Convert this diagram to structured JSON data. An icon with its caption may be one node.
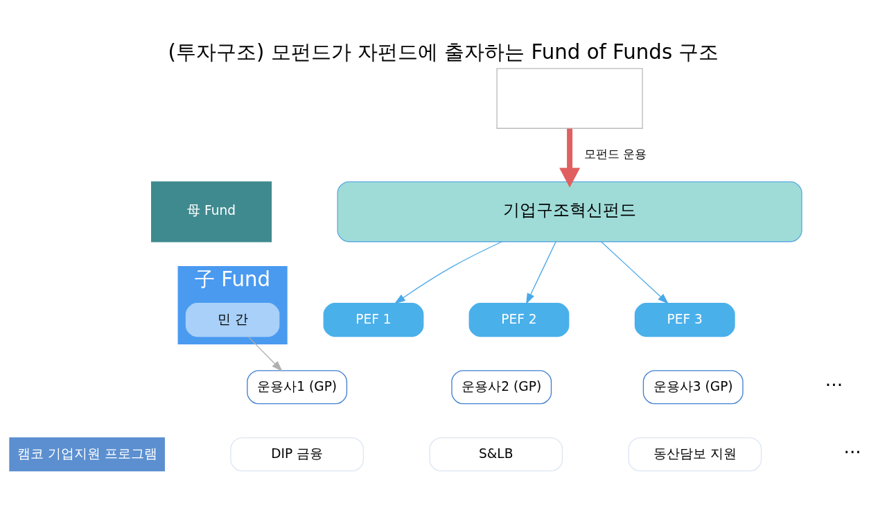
{
  "diagram": {
    "title": "(투자구조) 모펀드가 자펀드에 출자하는 Fund of Funds 구조",
    "nodes": [
      {
        "text": [],
        "shape": "box"
      },
      {
        "text": [
          "母 Fund"
        ]
      },
      {
        "text": [
          "子 Fund"
        ]
      },
      {
        "text": [
          "민 간"
        ],
        "in": 2
      },
      {
        "text": [
          "기업구조혁신펀드"
        ]
      },
      {
        "text": [
          "PEF 1"
        ]
      },
      {
        "text": [
          "운용사1 (GP)"
        ]
      },
      {
        "text": [
          "PEF 2"
        ]
      },
      {
        "text": [
          "운용사2 (GP)"
        ]
      },
      {
        "text": [
          "PEF 3"
        ]
      },
      {
        "text": [
          "운용사3 (GP)"
        ]
      },
      {
        "text": [
          "캠코 기업지원 프로그램"
        ]
      },
      {
        "text": [
          "DIP 금융"
        ]
      },
      {
        "text": [
          "S&LB"
        ]
      },
      {
        "text": [
          "동산담보 지원"
        ]
      }
    ],
    "edges": [
      {
        "from": 0,
        "to": 4,
        "arrow": "to",
        "label": "모펀드 운용",
        "style": "thick",
        "color": "#e06060"
      },
      {
        "from": 4,
        "to": 5,
        "arrow": "to"
      },
      {
        "from": 4,
        "to": 7,
        "arrow": "to"
      },
      {
        "from": 4,
        "to": 9,
        "arrow": "to"
      },
      {
        "from": 3,
        "to": 6,
        "arrow": "to",
        "color": "#b0b0b0"
      }
    ],
    "labels": [
      "···",
      "···"
    ]
  }
}
